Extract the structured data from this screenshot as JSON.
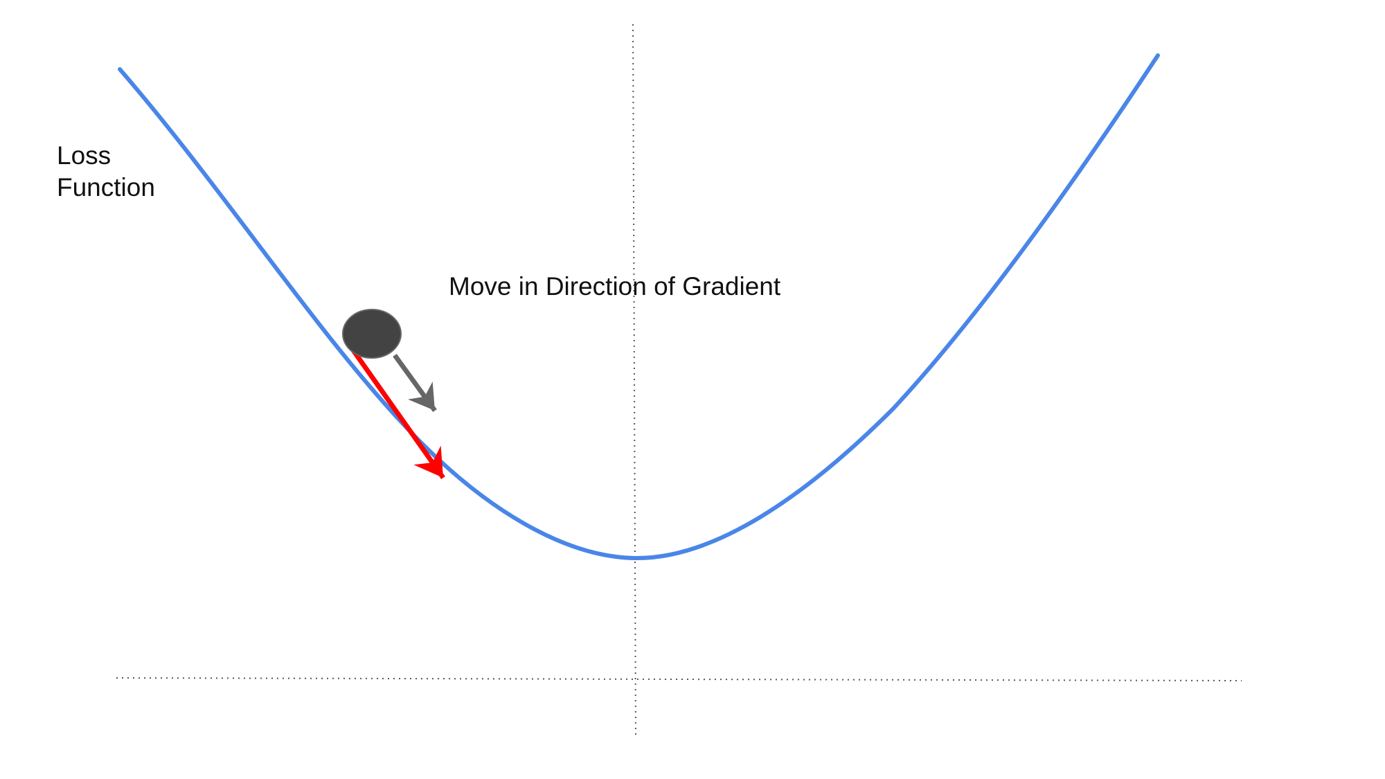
{
  "labels": {
    "y_axis_line1": "Loss",
    "y_axis_line2": "Function",
    "caption": "Move in Direction of Gradient"
  },
  "colors": {
    "curve": "#4a86e8",
    "ball": "#434343",
    "ball_outline": "#666666",
    "gradient_arrow": "#ff0000",
    "step_arrow": "#666666",
    "axis": "#555555",
    "text": "#111111"
  },
  "icons": {
    "ball": "ball-icon",
    "gradient": "arrow-down-right-icon",
    "step": "arrow-down-right-icon"
  }
}
